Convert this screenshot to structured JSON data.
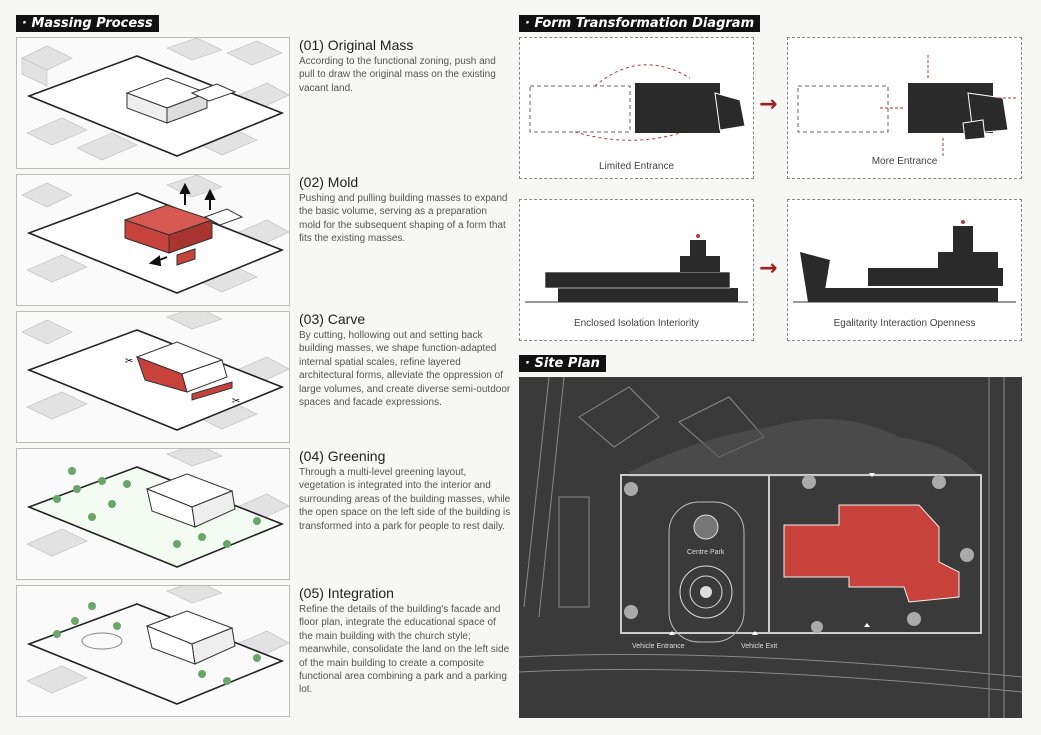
{
  "massing": {
    "title": "· Massing Process",
    "steps": [
      {
        "title": "(01) Original Mass",
        "body": "According to the functional zoning, push and pull to draw the original mass on the existing vacant land."
      },
      {
        "title": "(02) Mold",
        "body": "Pushing and pulling building masses to expand the basic volume, serving as a preparation mold for the subsequent shaping of a form that fits the existing masses."
      },
      {
        "title": "(03) Carve",
        "body": "By cutting, hollowing out and setting back building masses, we shape function-adapted internal spatial scales, refine layered architectural forms, alleviate the oppression of large volumes, and create diverse semi-outdoor spaces and facade expressions."
      },
      {
        "title": "(04) Greening",
        "body": "Through a multi-level greening layout, vegetation is integrated into the interior and surrounding areas of the building masses, while the open space on the left side of the building is transformed into a park for people to rest daily."
      },
      {
        "title": "(05) Integration",
        "body": "Refine the details of the building's facade and floor plan, integrate the educational space of the main building with the church style; meanwhile, consolidate the land on the left side of the main building to create a composite functional area combining a park and a parking lot."
      }
    ]
  },
  "form": {
    "title": "· Form Transformation Diagram",
    "captions": [
      "Limited Entrance",
      "More Entrance",
      "Enclosed Isolation Interiority",
      "Egalitarity Interaction Openness"
    ]
  },
  "site": {
    "title": "· Site Plan",
    "labels": {
      "centre_park": "Centre Park",
      "vehicle_entrance": "Vehicle Entrance",
      "vehicle_exit": "Vehicle Exit"
    }
  },
  "colors": {
    "accent": "#c8423c",
    "dark": "#2a2a2a",
    "arrow": "#a31d1d"
  },
  "icons": [
    "arrow-right-icon",
    "scissors-icon",
    "tree-icon"
  ]
}
